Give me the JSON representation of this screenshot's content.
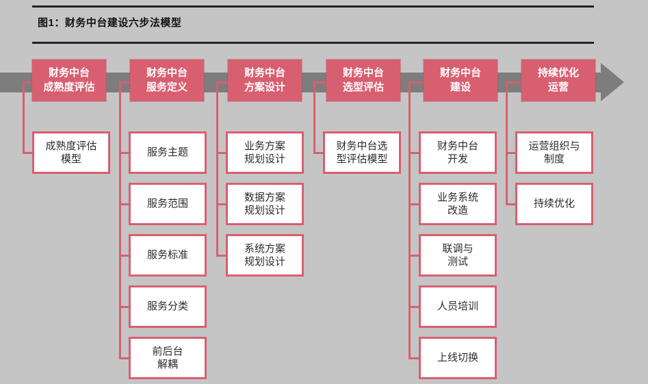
{
  "figure": {
    "title": "图1：财务中台建设六步法模型"
  },
  "colors": {
    "accent_pink": "#d85f70",
    "arrow_gray": "#7d7d7d",
    "background_gray": "#c5c5c5",
    "rule_black": "#232323"
  },
  "flow": {
    "direction": "left-to-right",
    "arrow_icon": "right-arrow"
  },
  "groups": [
    {
      "header": "财务中台\n成熟度评估",
      "subs": [
        "成熟度评估\n模型"
      ]
    },
    {
      "header": "财务中台\n服务定义",
      "subs": [
        "服务主题",
        "服务范围",
        "服务标准",
        "服务分类",
        "前后台\n解耦"
      ]
    },
    {
      "header": "财务中台\n方案设计",
      "subs": [
        "业务方案\n规划设计",
        "数据方案\n规划设计",
        "系统方案\n规划设计"
      ]
    },
    {
      "header": "财务中台\n选型评估",
      "subs": [
        "财务中台选\n型评估模型"
      ]
    },
    {
      "header": "财务中台\n建设",
      "subs": [
        "财务中台\n开发",
        "业务系统\n改造",
        "联调与\n测试",
        "人员培训",
        "上线切换"
      ]
    },
    {
      "header": "持续优化\n运营",
      "subs": [
        "运营组织与\n制度",
        "持续优化"
      ]
    }
  ]
}
